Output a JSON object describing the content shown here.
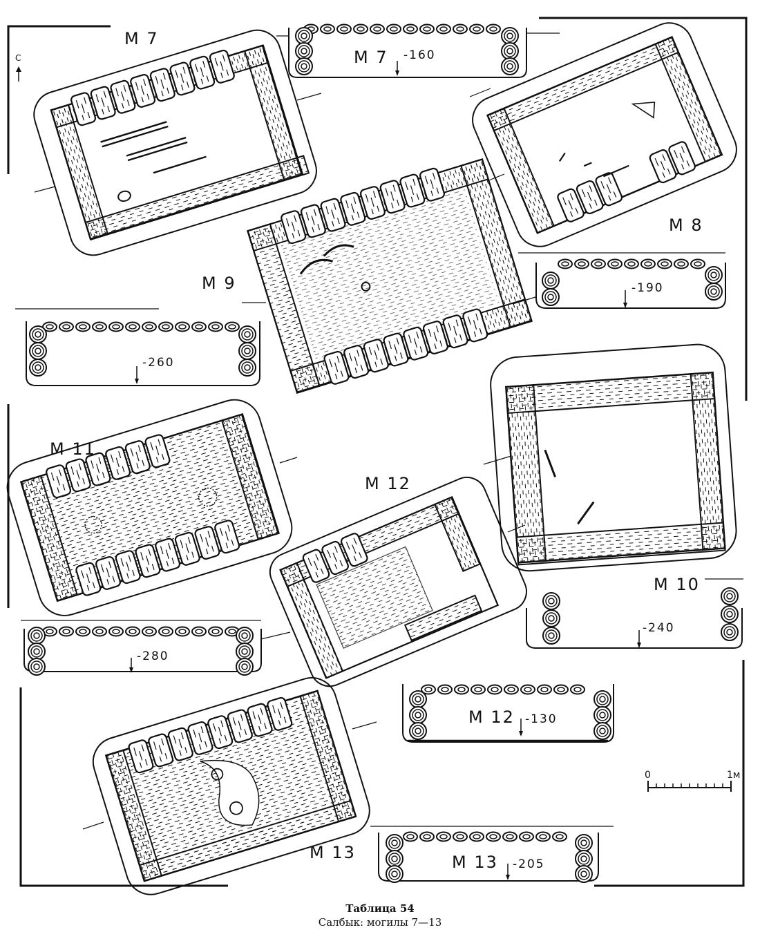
{
  "north_label": "С",
  "graves": {
    "m7": "М 7",
    "m8": "М 8",
    "m9": "М 9",
    "m10": "М 10",
    "m11": "М 11",
    "m12": "М 12",
    "m13": "М 13"
  },
  "sections": {
    "m7": {
      "label": "М 7",
      "depth": "-160"
    },
    "m9": {
      "depth": "-260"
    },
    "m8": {
      "depth": "-190"
    },
    "m10": {
      "depth": "-240"
    },
    "m11": {
      "depth": "-280"
    },
    "m12": {
      "label": "М 12",
      "depth": "-130"
    },
    "m13": {
      "label": "М 13",
      "depth": "-205"
    }
  },
  "scale": {
    "start": "0",
    "end": "1м"
  },
  "caption": {
    "title": "Таблица 54",
    "subtitle": "Салбык: могилы 7—13"
  },
  "colors": {
    "ink": "#111111",
    "paper": "#ffffff"
  }
}
